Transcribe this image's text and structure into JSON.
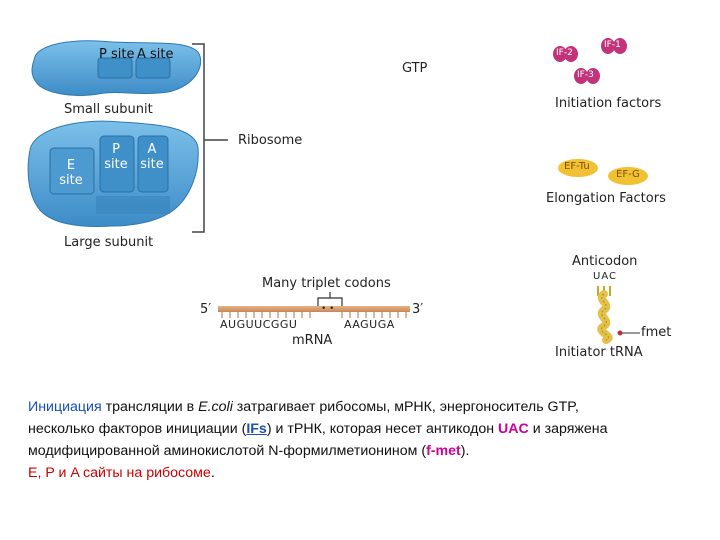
{
  "diagram": {
    "small_subunit": {
      "label": "Small subunit",
      "p_site": "P site",
      "a_site": "A site"
    },
    "large_subunit": {
      "label": "Large subunit",
      "e_site": [
        "E",
        "site"
      ],
      "p_site": [
        "P",
        "site"
      ],
      "a_site": [
        "A",
        "site"
      ]
    },
    "ribosome_label": "Ribosome",
    "gtp_label": "GTP",
    "initiation_factors": {
      "label": "Initiation factors",
      "items": [
        "IF-2",
        "IF-1",
        "IF-3"
      ]
    },
    "elongation_factors": {
      "label": "Elongation Factors",
      "items": [
        "EF-Tu",
        "EF-G"
      ]
    },
    "mrna": {
      "codons_label": "Many triplet codons",
      "five_prime": "5′",
      "three_prime": "3′",
      "seq_left": "AUGUUCGGU",
      "seq_right": "AAGUGA",
      "dots": "• •",
      "label": "mRNA"
    },
    "trna": {
      "anticodon_label": "Anticodon",
      "anticodon": "UAC",
      "fmet": "fmet",
      "label": "Initiator tRNA"
    }
  },
  "caption": {
    "l1_a": "Инициация",
    "l1_b": " трансляции в ",
    "l1_c": "E.coli",
    "l1_d": " затрагивает рибосомы, мРНК, энергоноситель GTP,",
    "l2_a": "несколько факторов инициации (",
    "l2_b": "IFs",
    "l2_c": ") и тРНК, которая несет антикодон ",
    "l2_d": "UAC",
    "l2_e": " и заряжена",
    "l3_a": "модифицированной аминокислотой N-формилметионином (",
    "l3_b": "f-met",
    "l3_c": ").",
    "l4_a": "E, P и A сайты на рибосоме",
    "l4_b": "."
  },
  "colors": {
    "ribosome_blue": "#5aa8dc",
    "factor_magenta": "#c2337a",
    "factor_yellow": "#f2c033",
    "mrna_tan": "#d79a68",
    "accent_red": "#cc0000"
  }
}
